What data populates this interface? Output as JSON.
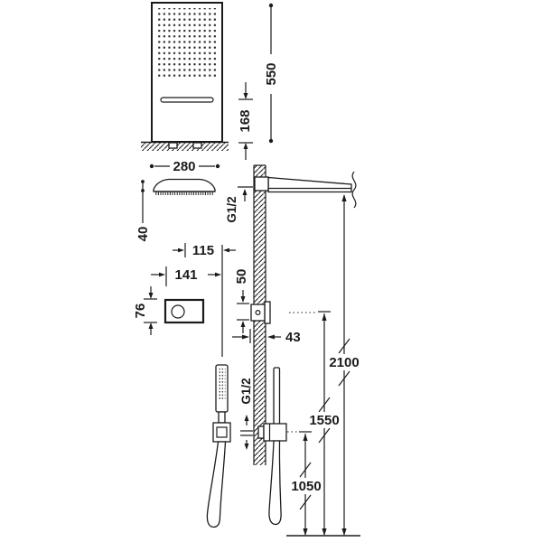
{
  "diagram": {
    "kind": "technical-installation-drawing",
    "subject": "shower system with cascade head, thermostatic control and hand shower",
    "units": "mm",
    "line_color": "#1b1b1b",
    "background_color": "#ffffff",
    "dimensions": {
      "panel_width": "280",
      "panel_height": "550",
      "slot_to_base": "168",
      "head_profile_height": "40",
      "offset_115": "115",
      "control_width": "141",
      "control_height": "76",
      "outlet_spacing": "50",
      "outlet_wall_offset": "43",
      "arm_thread": "G1/2",
      "handshower_thread": "G1/2",
      "arm_height": "2100",
      "outlet_height": "1550",
      "holder_height": "1050"
    }
  }
}
